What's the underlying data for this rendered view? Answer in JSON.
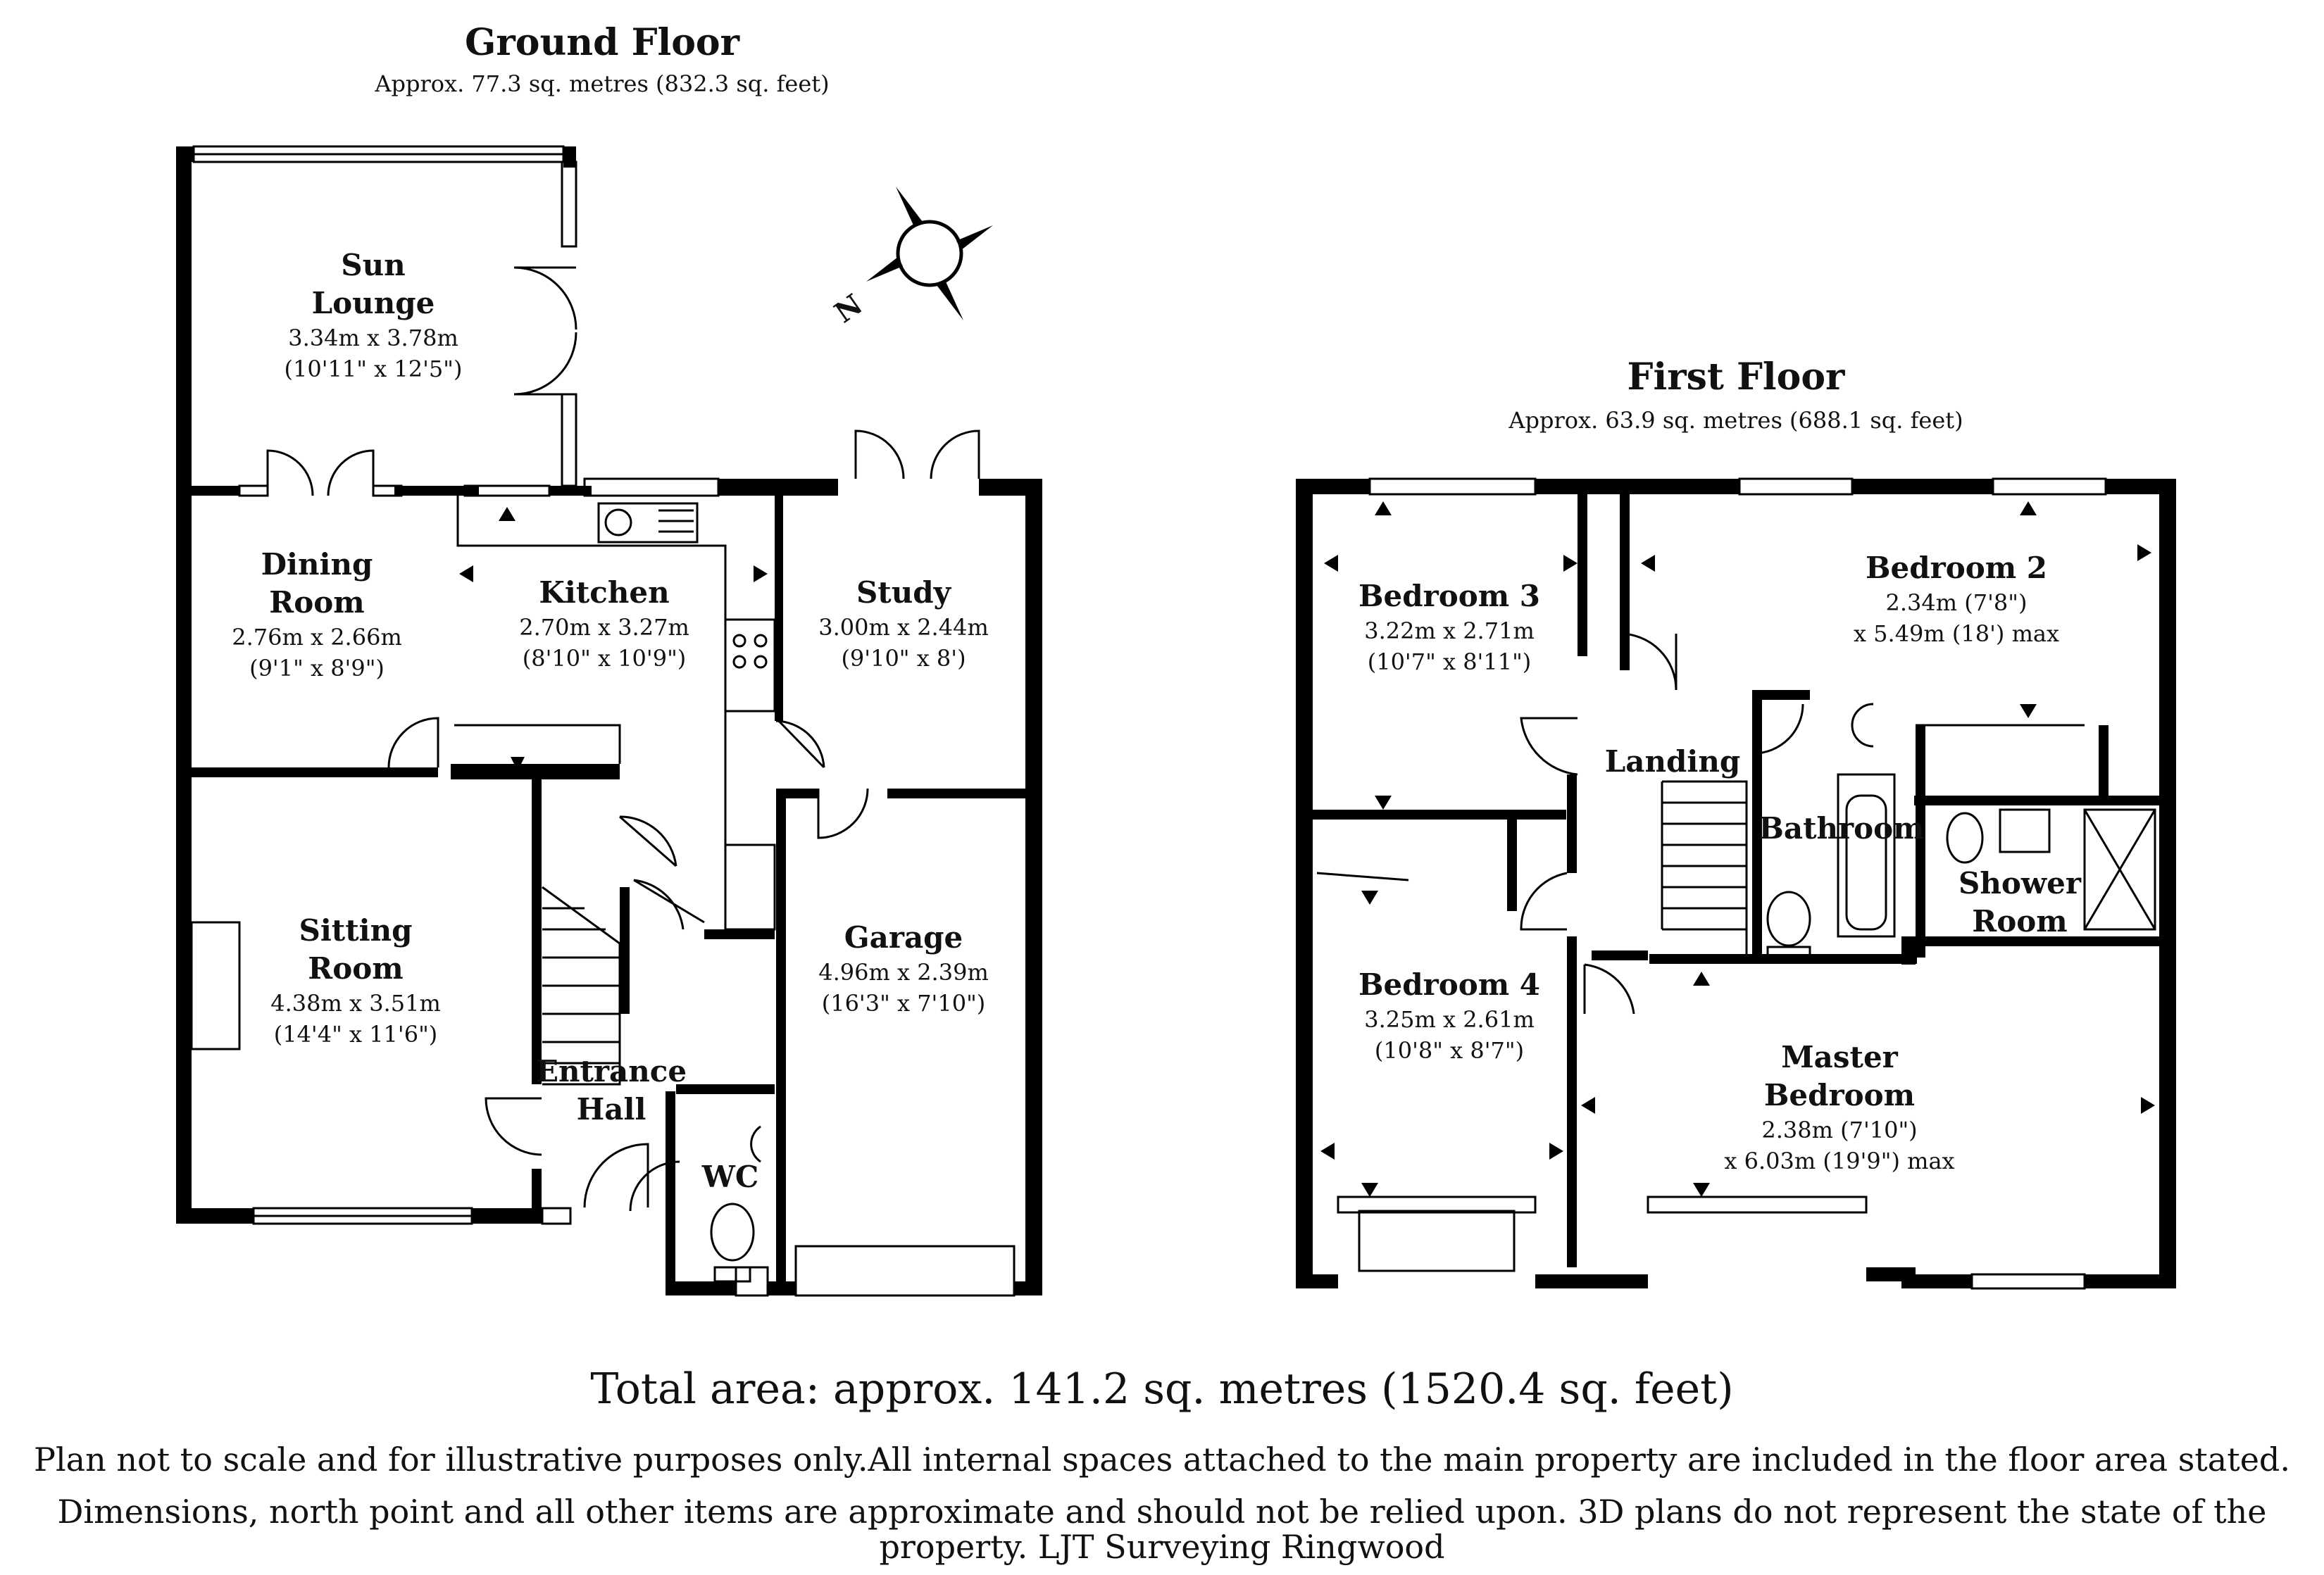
{
  "ground_floor": {
    "title": "Ground Floor",
    "area": "Approx. 77.3 sq. metres (832.3 sq. feet)",
    "rooms": {
      "sun_lounge": {
        "name1": "Sun",
        "name2": "Lounge",
        "dim1": "3.34m x 3.78m",
        "dim2": "(10'11\" x 12'5\")"
      },
      "dining_room": {
        "name1": "Dining",
        "name2": "Room",
        "dim1": "2.76m x 2.66m",
        "dim2": "(9'1\" x 8'9\")"
      },
      "kitchen": {
        "name1": "Kitchen",
        "dim1": "2.70m x 3.27m",
        "dim2": "(8'10\" x 10'9\")"
      },
      "study": {
        "name1": "Study",
        "dim1": "3.00m x 2.44m",
        "dim2": "(9'10\" x 8')"
      },
      "sitting_room": {
        "name1": "Sitting",
        "name2": "Room",
        "dim1": "4.38m x 3.51m",
        "dim2": "(14'4\" x 11'6\")"
      },
      "entrance_hall": {
        "name1": "Entrance",
        "name2": "Hall"
      },
      "wc": {
        "name1": "WC"
      },
      "garage": {
        "name1": "Garage",
        "dim1": "4.96m x 2.39m",
        "dim2": "(16'3\" x 7'10\")"
      }
    }
  },
  "first_floor": {
    "title": "First Floor",
    "area": "Approx. 63.9 sq. metres (688.1 sq. feet)",
    "rooms": {
      "bedroom3": {
        "name1": "Bedroom 3",
        "dim1": "3.22m x 2.71m",
        "dim2": "(10'7\" x 8'11\")"
      },
      "bedroom2": {
        "name1": "Bedroom 2",
        "dim1": "2.34m (7'8\")",
        "dim2": "x 5.49m (18') max"
      },
      "landing": {
        "name1": "Landing"
      },
      "bathroom": {
        "name1": "Bathroom"
      },
      "shower_room": {
        "name1": "Shower",
        "name2": "Room"
      },
      "bedroom4": {
        "name1": "Bedroom 4",
        "dim1": "3.25m x 2.61m",
        "dim2": "(10'8\" x 8'7\")"
      },
      "master_bedroom": {
        "name1": "Master",
        "name2": "Bedroom",
        "dim1": "2.38m (7'10\")",
        "dim2": "x 6.03m (19'9\") max"
      }
    }
  },
  "compass": {
    "label": "N",
    "icon": "north-compass-icon"
  },
  "total_area": "Total area: approx. 141.2 sq. metres (1520.4 sq. feet)",
  "disclaimer": {
    "line1": "Plan not to scale and for illustrative purposes only.All internal spaces attached to the main property are included in the floor area stated.",
    "line2": "Dimensions, north point and all other items are approximate and should not be relied upon. 3D plans do not represent the state of the",
    "line3": "property. LJT Surveying Ringwood"
  },
  "colors": {
    "wall": "#000000",
    "background": "#ffffff",
    "text": "#111111"
  }
}
